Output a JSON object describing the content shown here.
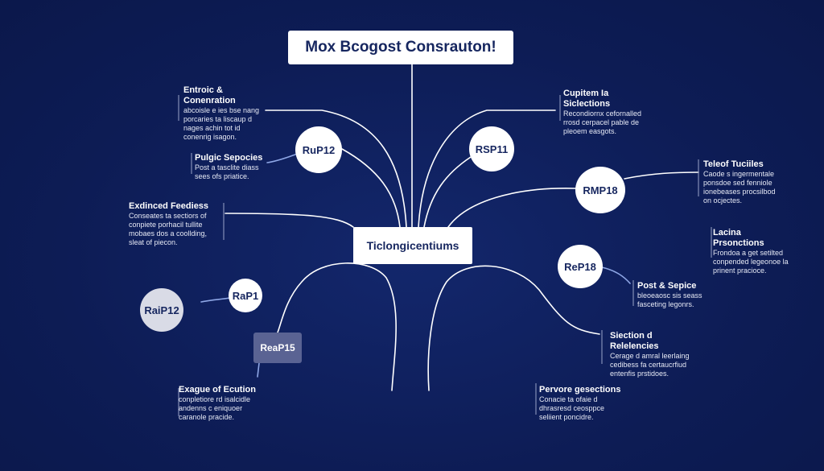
{
  "title": "Mox Bcogost Consrauton!",
  "center": "Ticlongicentiums",
  "nodes": {
    "rup12_top": "RuP12",
    "rsp11": "RSP11",
    "rmp18": "RMP18",
    "rep18": "ReP18",
    "rap1": "RaP1",
    "raip12": "RaiP12",
    "rep15": "ReaP15"
  },
  "labels": {
    "entroic": {
      "heading": "Entroic & Conenration",
      "lines": [
        "abcoisle e ies bse nang",
        "porcaries ta liscaup d",
        "nages achin tot id",
        "conenrig isagon."
      ]
    },
    "cupitem": {
      "heading": "Cupitem Ia Siclections",
      "lines": [
        "Recondiornx cefornalled",
        "rrosd cerpacel pable de",
        "pleoem easgots."
      ]
    },
    "public": {
      "heading": "Pulgic Sepocies",
      "lines": [
        "Post a tasclite diass",
        "sees ofs priatice."
      ]
    },
    "teleof": {
      "heading": "Teleof Tuciiles",
      "lines": [
        "Caode s ingermentale",
        "ponsdoe sed fenniole",
        "ionebeases procsilbod",
        "on ocjectes."
      ]
    },
    "exdinced": {
      "heading": "Exdinced Feediess",
      "lines": [
        "Conseates ta sectiors of",
        "conpiete porhacil tullite",
        "mobaes dos a coollding,",
        "sleat of piecon."
      ]
    },
    "lacina": {
      "heading": "Lacina Prsonctions",
      "lines": [
        "Frondoa a get setilted",
        "conpended legeonoe la",
        "prinent pracioce."
      ]
    },
    "post": {
      "heading": "Post & Sepice",
      "lines": [
        "bleoeaosc sis seass",
        "fasceting legonrs."
      ]
    },
    "section": {
      "heading": "Siection d Relelencies",
      "lines": [
        "Cerage d amral leerlaing",
        "cedibess fa certaucrfiud",
        "entenfis prstidoes."
      ]
    },
    "exague": {
      "heading": "Exague of Ecution",
      "lines": [
        "conpletiore rd isalcidle",
        "andenns c eniquoer",
        "caranole pracide."
      ]
    },
    "pervore": {
      "heading": "Pervore gesections",
      "lines": [
        "Conacie ta ofaie d",
        "dhrasresd ceosppce",
        "seliient poncidre."
      ]
    }
  }
}
